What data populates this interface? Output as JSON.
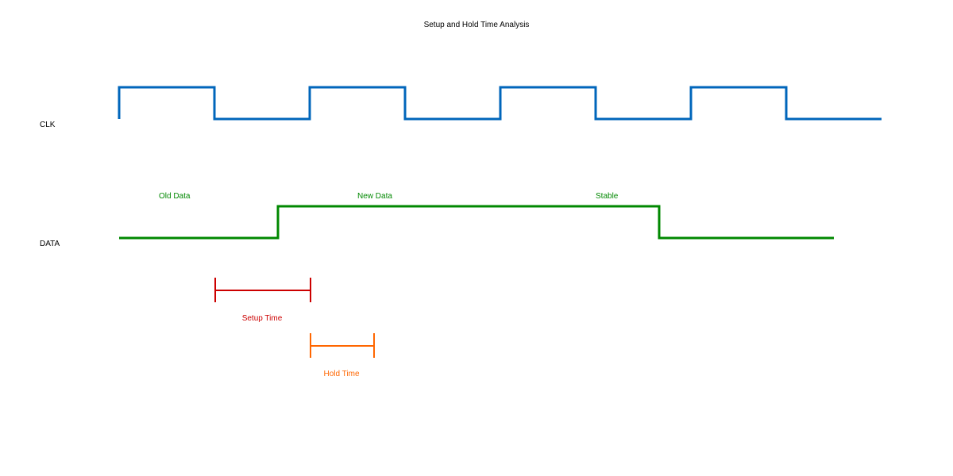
{
  "title": "Setup and Hold Time Analysis",
  "signals": {
    "clk": {
      "label": "CLK",
      "color": "#0066bb"
    },
    "data": {
      "label": "DATA",
      "color": "#008800"
    }
  },
  "data_annotations": {
    "old": "Old Data",
    "new": "New Data",
    "stable": "Stable",
    "color": "#008800"
  },
  "setup": {
    "label": "Setup Time",
    "color": "#cc0000"
  },
  "hold": {
    "label": "Hold Time",
    "color": "#ff6600"
  }
}
